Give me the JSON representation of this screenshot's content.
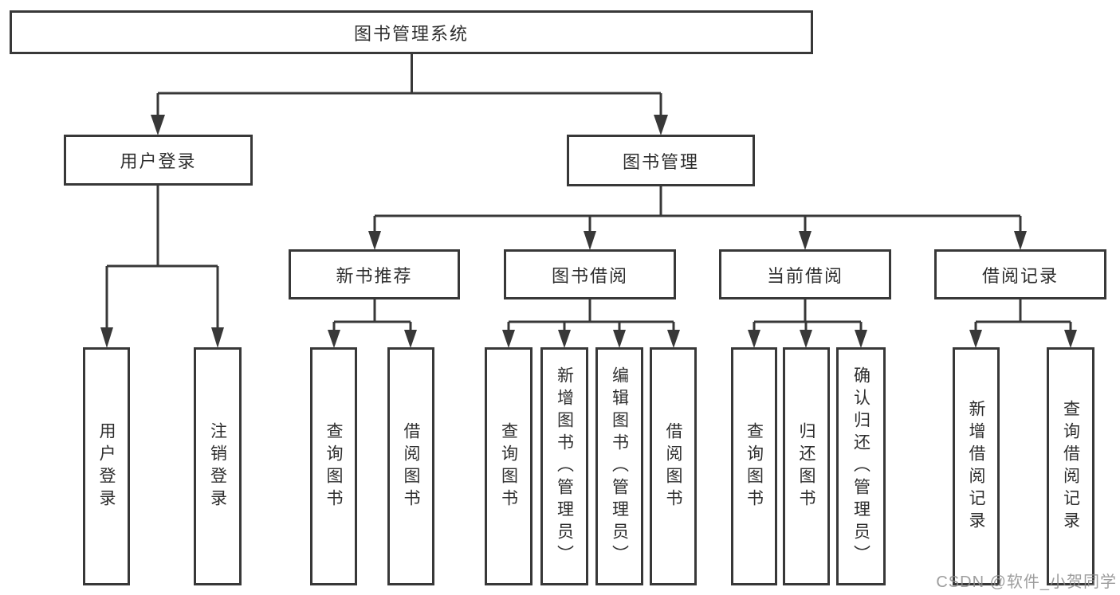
{
  "diagram": {
    "title": "图书管理系统",
    "level2": [
      "用户登录",
      "图书管理"
    ],
    "level3": [
      "新书推荐",
      "图书借阅",
      "当前借阅",
      "借阅记录"
    ],
    "leaves": [
      "用户登录",
      "注销登录",
      "查询图书",
      "借阅图书",
      "查询图书",
      "新增图书（管理员）",
      "编辑图书（管理员）",
      "借阅图书",
      "查询图书",
      "归还图书",
      "确认归还（管理员）",
      "新增借阅记录",
      "查询借阅记录"
    ]
  },
  "watermark": {
    "text": "CSDN @软件_小贺同学"
  },
  "colors": {
    "line": "#383838",
    "box_border": "#383838",
    "text": "#2e2e2e",
    "watermark": "#8c8c8c",
    "background": "#ffffff"
  }
}
